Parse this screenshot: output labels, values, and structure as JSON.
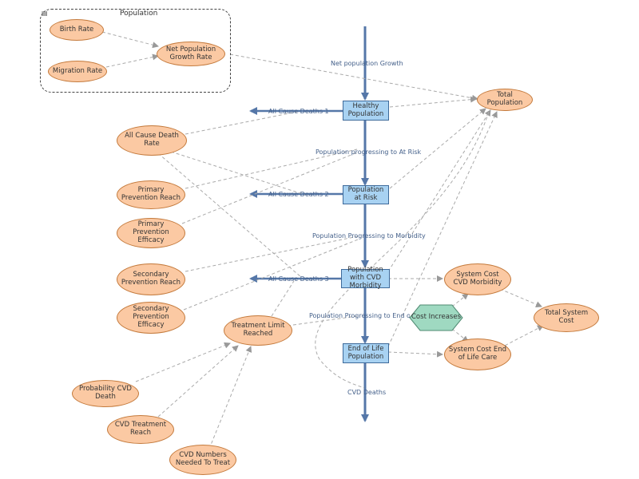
{
  "group": {
    "title": "Population"
  },
  "stocks": {
    "healthy_population": "Healthy Population",
    "population_at_risk": "Population at Risk",
    "population_cvd_morbidity": "Population with CVD Morbidity",
    "end_of_life_population": "End of Life Population"
  },
  "auxiliaries": {
    "birth_rate": "Birth Rate",
    "migration_rate": "Migration Rate",
    "net_population_growth_rate": "Net Population Growth Rate",
    "total_population": "Total Population",
    "all_cause_death_rate": "All Cause Death Rate",
    "primary_prevention_reach": "Primary Prevention Reach",
    "primary_prevention_efficacy": "Primary Prevention Efficacy",
    "secondary_prevention_reach": "Secondary Prevention Reach",
    "secondary_prevention_efficacy": "Secondary Prevention Efficacy",
    "treatment_limit_reached": "Treatment Limit Reached",
    "probability_cvd_death": "Probability CVD Death",
    "cvd_treatment_reach": "CVD Treatment Reach",
    "cvd_numbers_needed_to_treat": "CVD Numbers Needed To Treat",
    "system_cost_cvd_morbidity": "System Cost CVD Morbidity",
    "system_cost_end_of_life_care": "System Cost End of Life Care",
    "total_system_cost": "Total System Cost",
    "cost_increases": "Cost Increases"
  },
  "flows": {
    "net_population_growth": "Net population Growth",
    "all_cause_deaths_1": "All Cause Deaths 1",
    "all_cause_deaths_2": "All Cause Deaths 2",
    "all_cause_deaths_3": "All Cause Deaths 3",
    "progressing_at_risk": "Population progressing to At Risk",
    "progressing_morbidity": "Population Progressing to Morbidity",
    "progressing_end_of_life": "Population Progressing to End of Life",
    "cvd_deaths": "CVD Deaths"
  },
  "colors": {
    "auxiliary_fill": "#fbc9a3",
    "stock_fill": "#a8d2f2",
    "flow_arrow": "#5577a8",
    "link_arrow": "#aaaaaa",
    "converter_fill": "#9fd9c1"
  }
}
